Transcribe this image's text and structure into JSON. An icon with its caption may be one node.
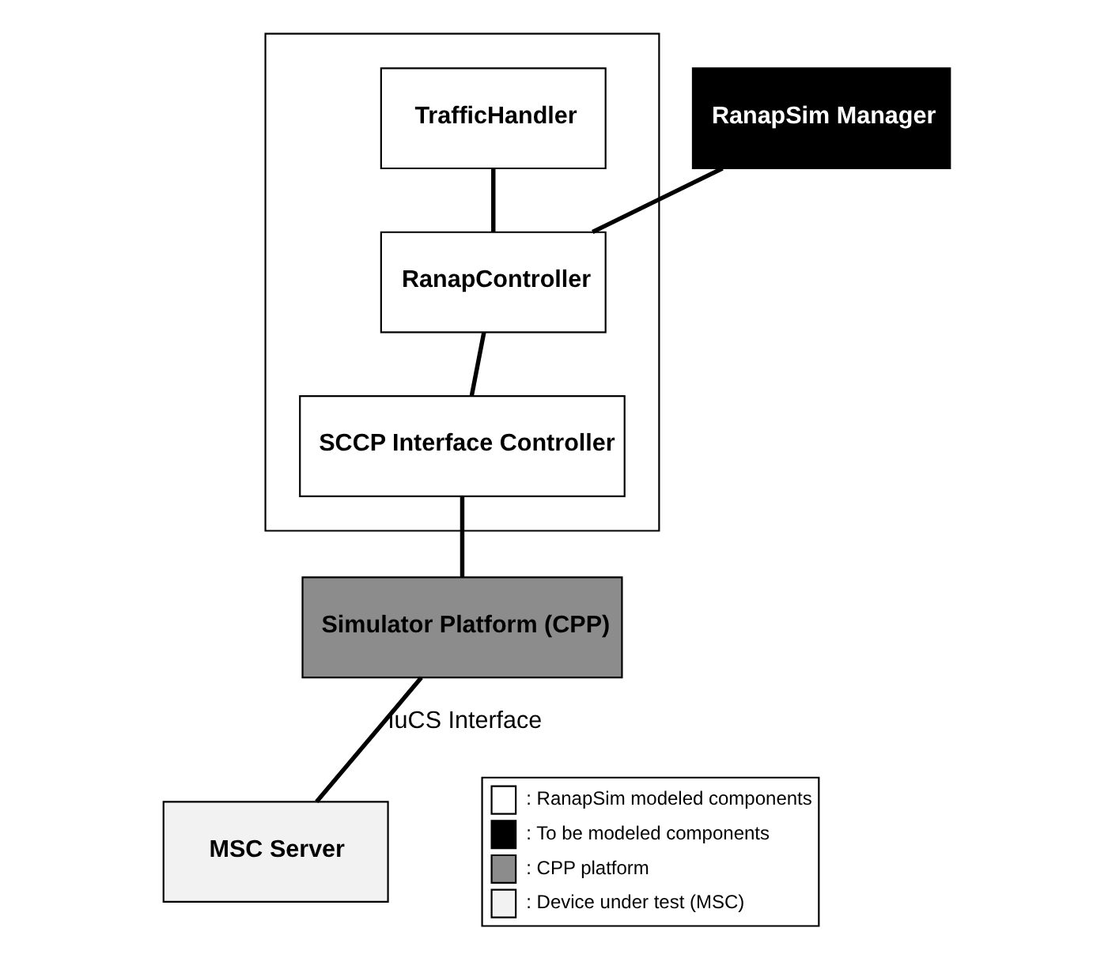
{
  "diagram": {
    "nodes": [
      {
        "text": [],
        "shape": "box"
      },
      {
        "text": [
          "TrafficHandler"
        ],
        "in": 0
      },
      {
        "text": [
          "RanapController"
        ],
        "in": 0
      },
      {
        "text": [
          "SCCP Interface Controller"
        ],
        "in": 0
      },
      {
        "text": [
          "RanapSim Manager"
        ]
      },
      {
        "text": [
          "Simulator Platform (CPP)"
        ]
      },
      {
        "text": [
          "MSC Server"
        ]
      }
    ],
    "edges": [
      {
        "from": 1,
        "to": 2,
        "arrow": "none"
      },
      {
        "from": 4,
        "to": 2,
        "arrow": "none"
      },
      {
        "from": 2,
        "to": 3,
        "arrow": "none"
      },
      {
        "from": 3,
        "to": 5,
        "arrow": "none"
      },
      {
        "from": 5,
        "to": 6,
        "label": "IuCS Interface",
        "arrow": "none"
      }
    ],
    "legend": [
      {
        "text": ": RanapSim modeled components",
        "color": "#ffffff"
      },
      {
        "text": ": To be modeled components",
        "color": "#000000"
      },
      {
        "text": ": CPP platform",
        "color": "#8c8c8c"
      },
      {
        "text": ": Device under test (MSC)",
        "color": "#f2f2f2"
      }
    ]
  }
}
